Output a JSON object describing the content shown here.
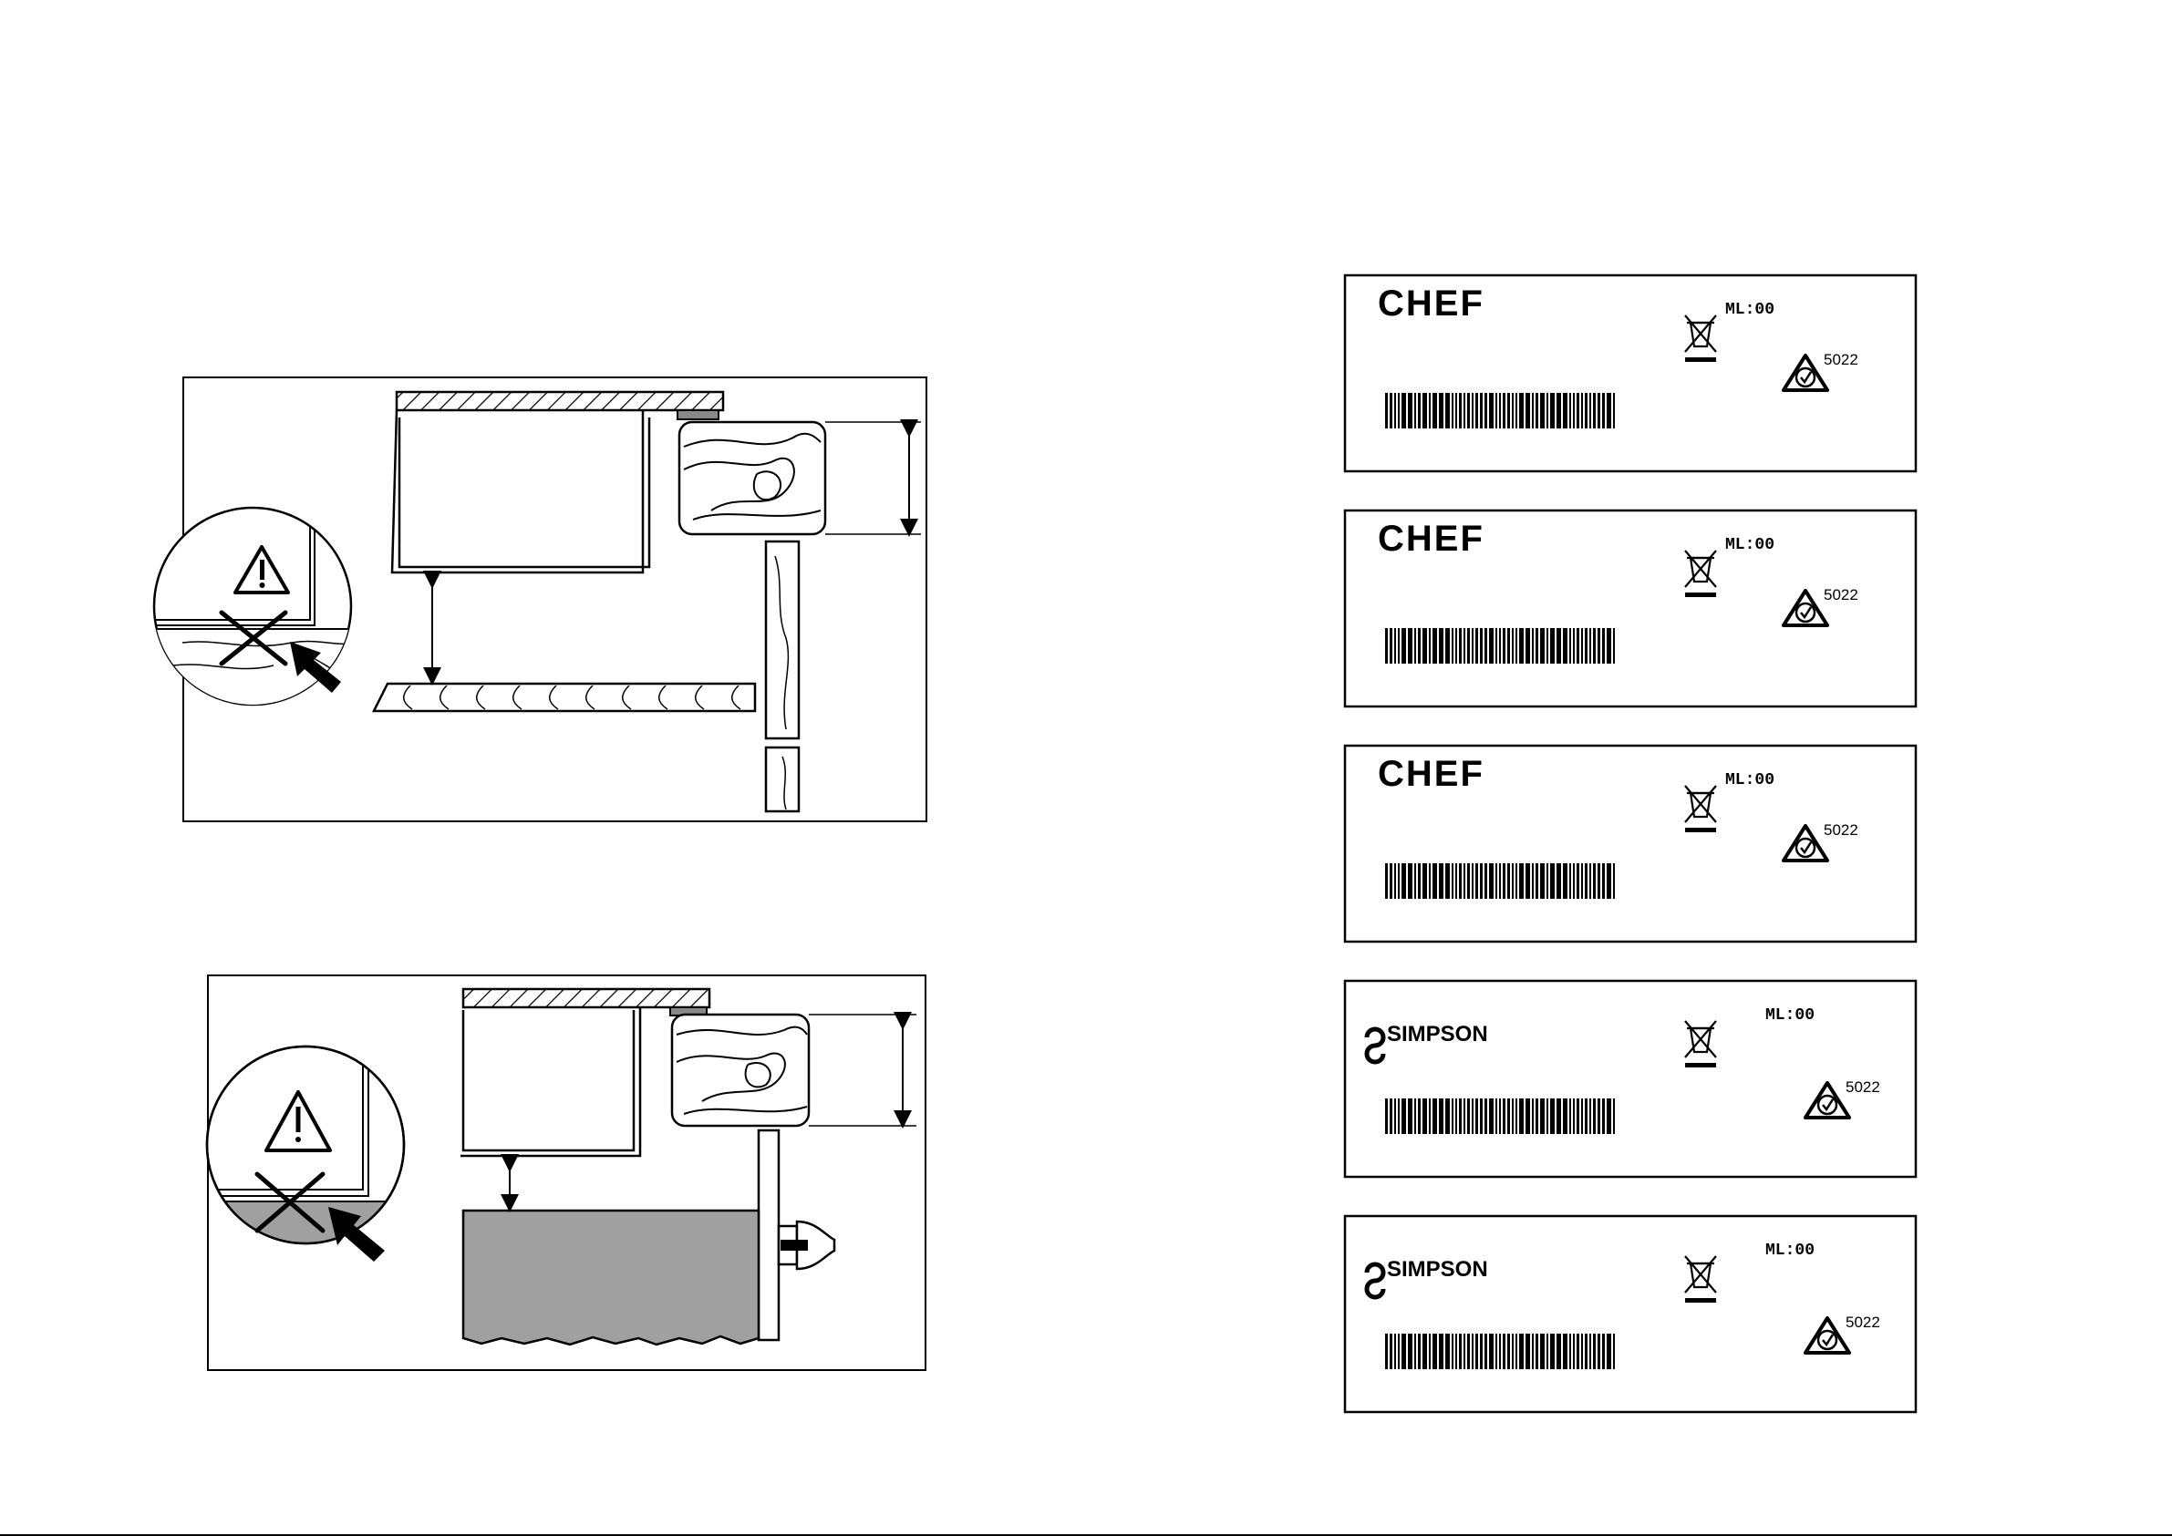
{
  "rating_plates": [
    {
      "brand": "CHEF",
      "ml_text": "ML:00",
      "cert_code": "5022"
    },
    {
      "brand": "CHEF",
      "ml_text": "ML:00",
      "cert_code": "5022"
    },
    {
      "brand": "CHEF",
      "ml_text": "ML:00",
      "cert_code": "5022"
    },
    {
      "brand": "SIMPSON",
      "ml_text": "ML:00",
      "cert_code": "5022"
    },
    {
      "brand": "SIMPSON",
      "ml_text": "ML:00",
      "cert_code": "5022"
    }
  ],
  "icons": {
    "warning": "warning-triangle-icon",
    "prohibited": "cross-mark-icon",
    "weee": "crossed-bin-icon",
    "certification": "rcm-tick-icon",
    "simpson_logo": "simpson-s-logo-icon"
  },
  "colors": {
    "line": "#000000",
    "shaded_surface": "#a0a0a0",
    "background": "#ffffff"
  }
}
